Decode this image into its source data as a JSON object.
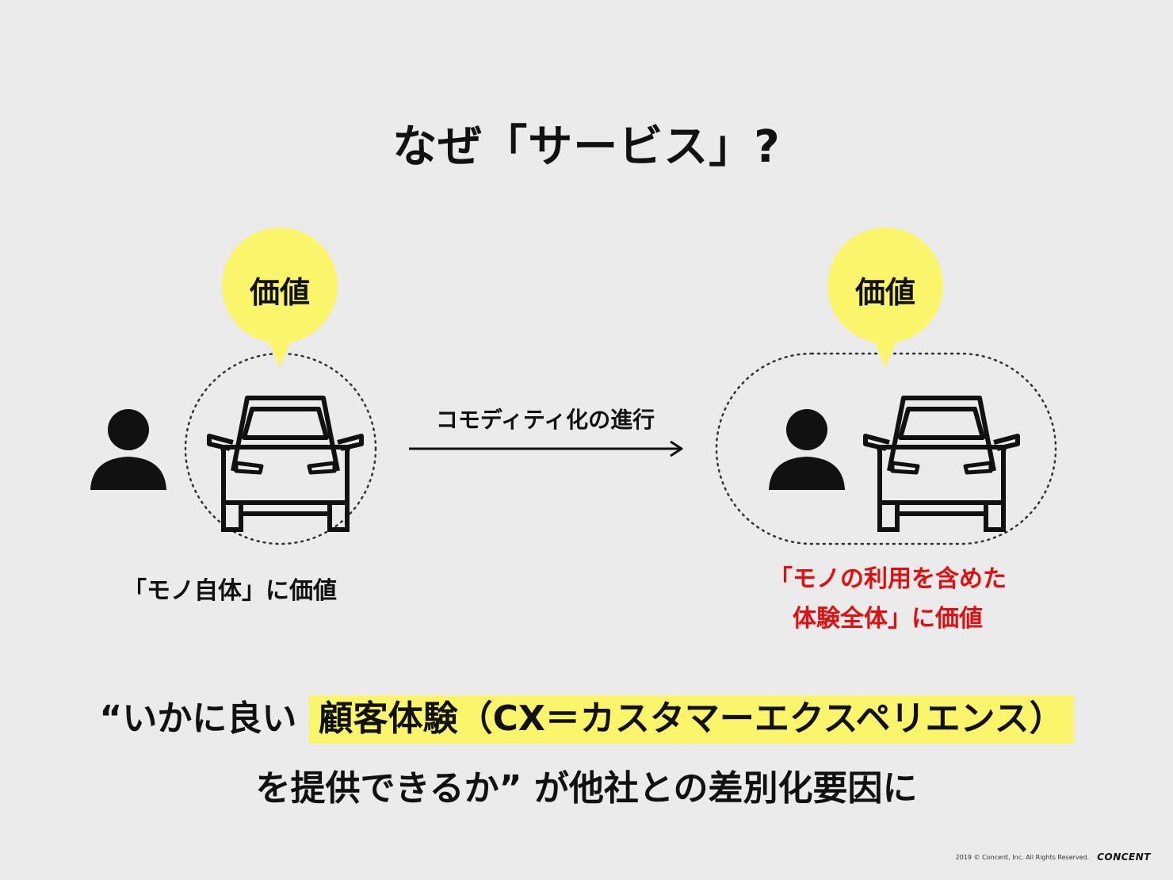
{
  "title": "なぜ「サービス」?",
  "left": {
    "bubble_label": "価値",
    "caption": "「モノ自体」に価値"
  },
  "arrow": {
    "label": "コモディティ化の進行"
  },
  "right": {
    "bubble_label": "価値",
    "caption_line1": "「モノの利用を含めた",
    "caption_line2": "体験全体」に価値",
    "caption_color": "#e01010"
  },
  "bottom": {
    "line1_prefix": "“いかに良い",
    "line1_highlight": "顧客体験（CX＝カスタマーエクスペリエンス）",
    "line2": "を提供できるか” が他社との差別化要因に",
    "highlight_color": "#fbf56c"
  },
  "footer": {
    "copyright": "2019 © Concent, Inc. All Rights Reserved.",
    "logo": "CONCENT"
  },
  "icons": [
    "person-icon",
    "car-icon",
    "speech-bubble-icon",
    "arrow-right-icon"
  ]
}
